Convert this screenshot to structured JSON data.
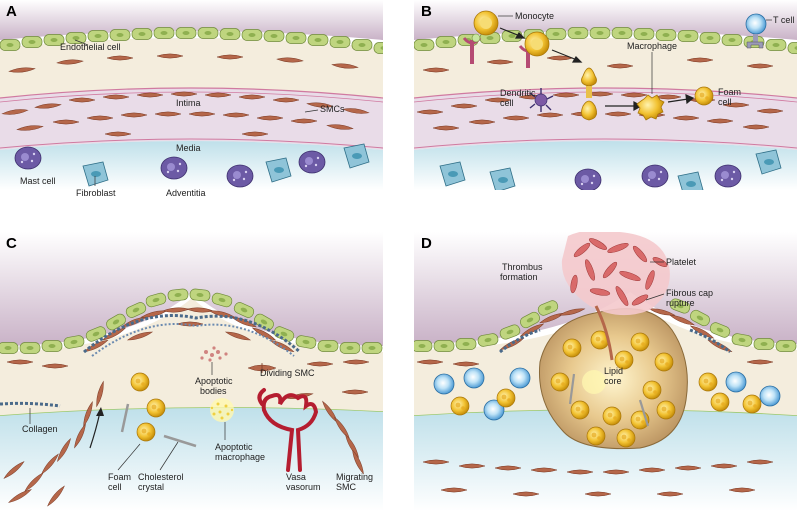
{
  "panels": {
    "a": {
      "letter": "A",
      "labels": {
        "endothelial": "Endothelial cell",
        "intima": "Intima",
        "smcs": "SMCs",
        "media": "Media",
        "mast": "Mast cell",
        "fibroblast": "Fibroblast",
        "adventitia": "Adventitia"
      }
    },
    "b": {
      "letter": "B",
      "labels": {
        "monocyte": "Monocyte",
        "tcell": "T cell",
        "macrophage": "Macrophage",
        "dendritic1": "Dendritic",
        "dendritic2": "cell",
        "foam1": "Foam",
        "foam2": "cell"
      }
    },
    "c": {
      "letter": "C",
      "labels": {
        "apoptotic_bodies1": "Apoptotic",
        "apoptotic_bodies2": "bodies",
        "dividing_smc": "Dividing SMC",
        "collagen": "Collagen",
        "foam1": "Foam",
        "foam2": "cell",
        "cholesterol1": "Cholesterol",
        "cholesterol2": "crystal",
        "apoptotic_macrophage1": "Apoptotic",
        "apoptotic_macrophage2": "macrophage",
        "vasa1": "Vasa",
        "vasa2": "vasorum",
        "migrating1": "Migrating",
        "migrating2": "SMC"
      }
    },
    "d": {
      "letter": "D",
      "labels": {
        "thrombus1": "Thrombus",
        "thrombus2": "formation",
        "platelet": "Platelet",
        "fibrous1": "Fibrous cap",
        "fibrous2": "rupture",
        "lipid1": "Lipid",
        "lipid2": "core"
      }
    }
  },
  "colors": {
    "lumen": "#c7b0c4",
    "endothelium": "#b9cf7c",
    "intima": "#f3ecdc",
    "media": "#e7dbe5",
    "smc": "#b56b4e",
    "adventitia": "#cde6ee",
    "foam_cell": "#f2c232",
    "blood_cell": "#4a9dd6",
    "platelet": "#d96a6a",
    "lipid_core": "#c8a57a"
  }
}
